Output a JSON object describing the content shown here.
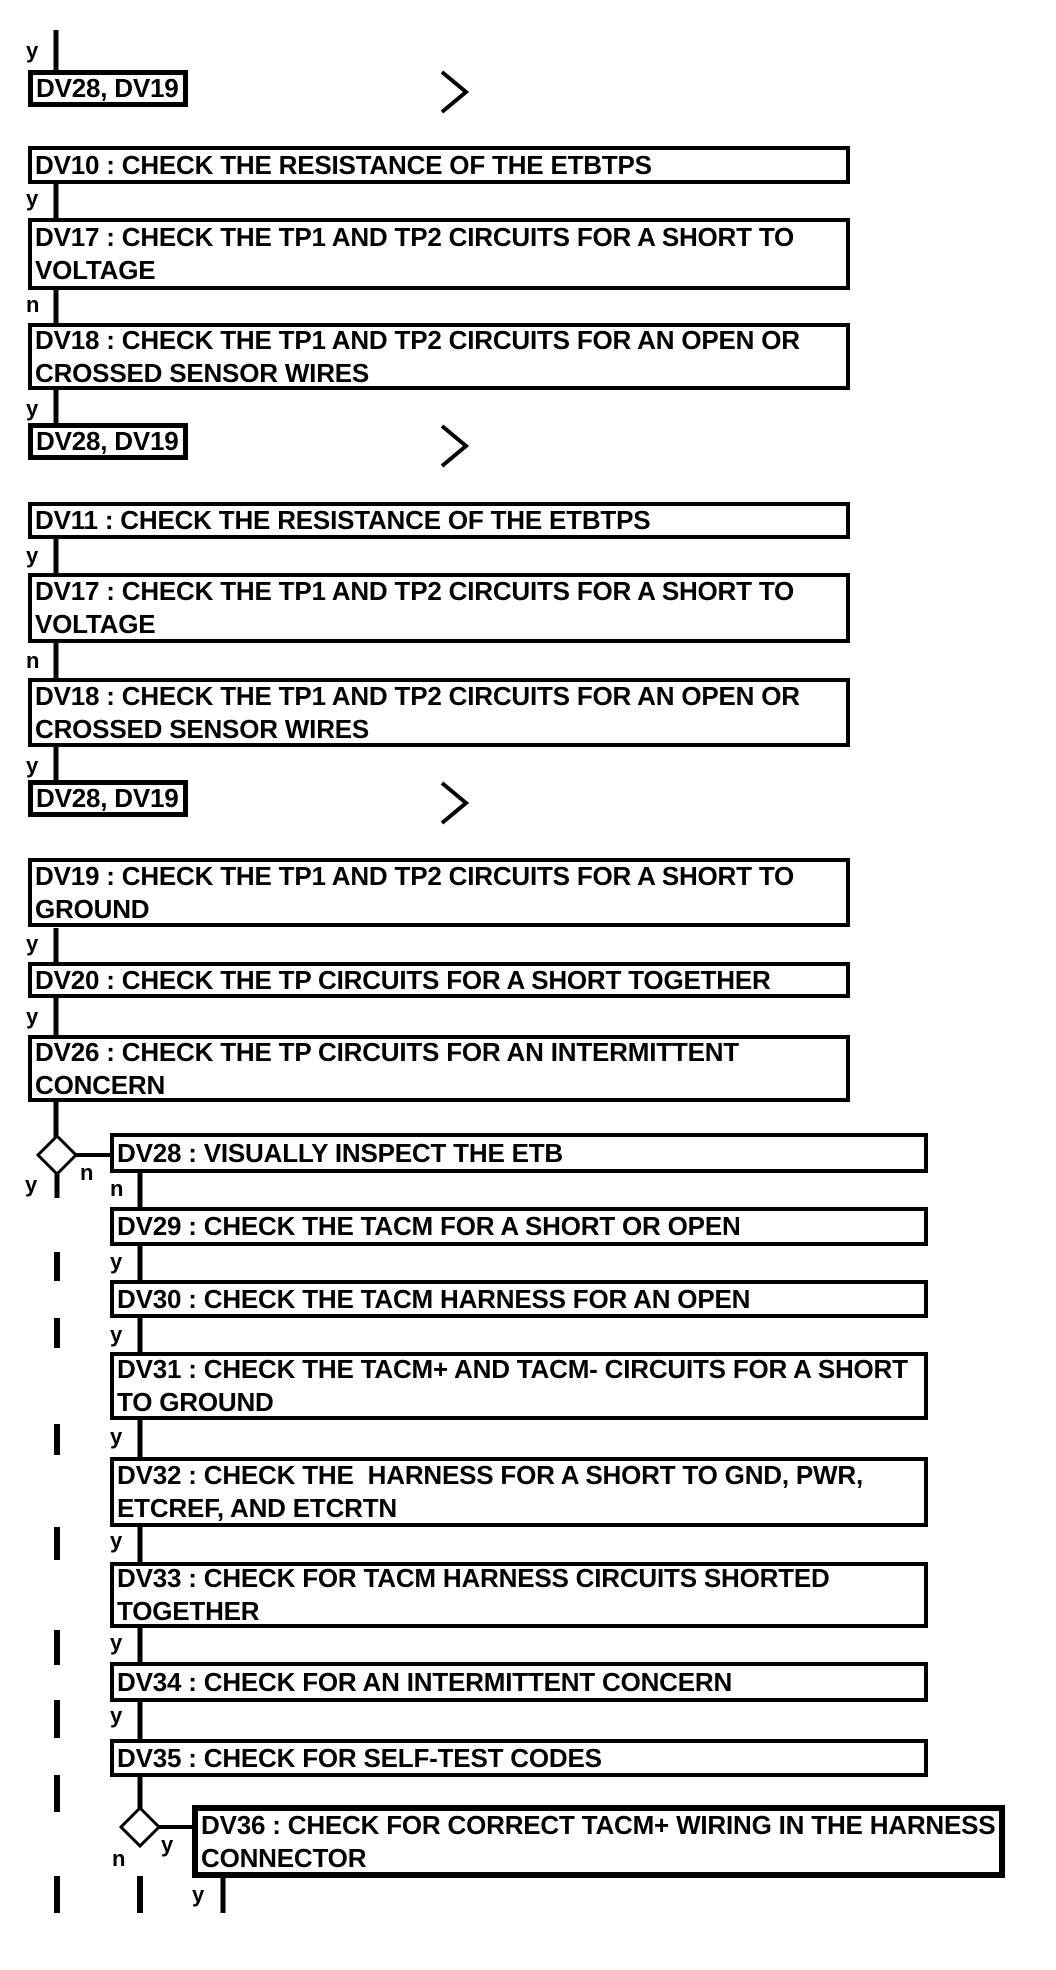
{
  "diagram": {
    "kind": "diagnostic-pinpoint-test-flowchart",
    "background_color": "#ffffff",
    "ink_color": "#000000"
  },
  "labels": {
    "yes": "y",
    "no": "n"
  },
  "nodes": {
    "jump_ref": "DV28, DV19",
    "dv10": "DV10 : CHECK THE RESISTANCE OF THE ETBTPS",
    "dv11": "DV11 : CHECK THE RESISTANCE OF THE ETBTPS",
    "dv17": "DV17 : CHECK THE TP1 AND TP2 CIRCUITS FOR A SHORT TO VOLTAGE",
    "dv18": "DV18 : CHECK THE TP1 AND TP2 CIRCUITS FOR AN OPEN OR CROSSED SENSOR WIRES",
    "dv19": "DV19 : CHECK THE TP1 AND TP2 CIRCUITS FOR A SHORT TO GROUND",
    "dv20": "DV20 : CHECK THE TP CIRCUITS FOR A SHORT TOGETHER",
    "dv26": "DV26 : CHECK THE TP CIRCUITS FOR AN INTERMITTENT CONCERN",
    "dv28": "DV28 : VISUALLY INSPECT THE ETB",
    "dv29": "DV29 : CHECK THE TACM FOR A SHORT OR OPEN",
    "dv30": "DV30 : CHECK THE TACM HARNESS FOR AN OPEN",
    "dv31": "DV31 : CHECK THE TACM+ AND TACM- CIRCUITS FOR A SHORT TO GROUND",
    "dv32": "DV32 : CHECK THE  HARNESS FOR A SHORT TO GND, PWR, ETCREF, AND ETCRTN",
    "dv33": "DV33 : CHECK FOR TACM HARNESS CIRCUITS SHORTED TOGETHER",
    "dv34": "DV34 : CHECK FOR AN INTERMITTENT CONCERN",
    "dv35": "DV35 : CHECK FOR SELF-TEST CODES",
    "dv36": "DV36 : CHECK FOR CORRECT TACM+ WIRING IN THE HARNESS CONNECTOR"
  }
}
